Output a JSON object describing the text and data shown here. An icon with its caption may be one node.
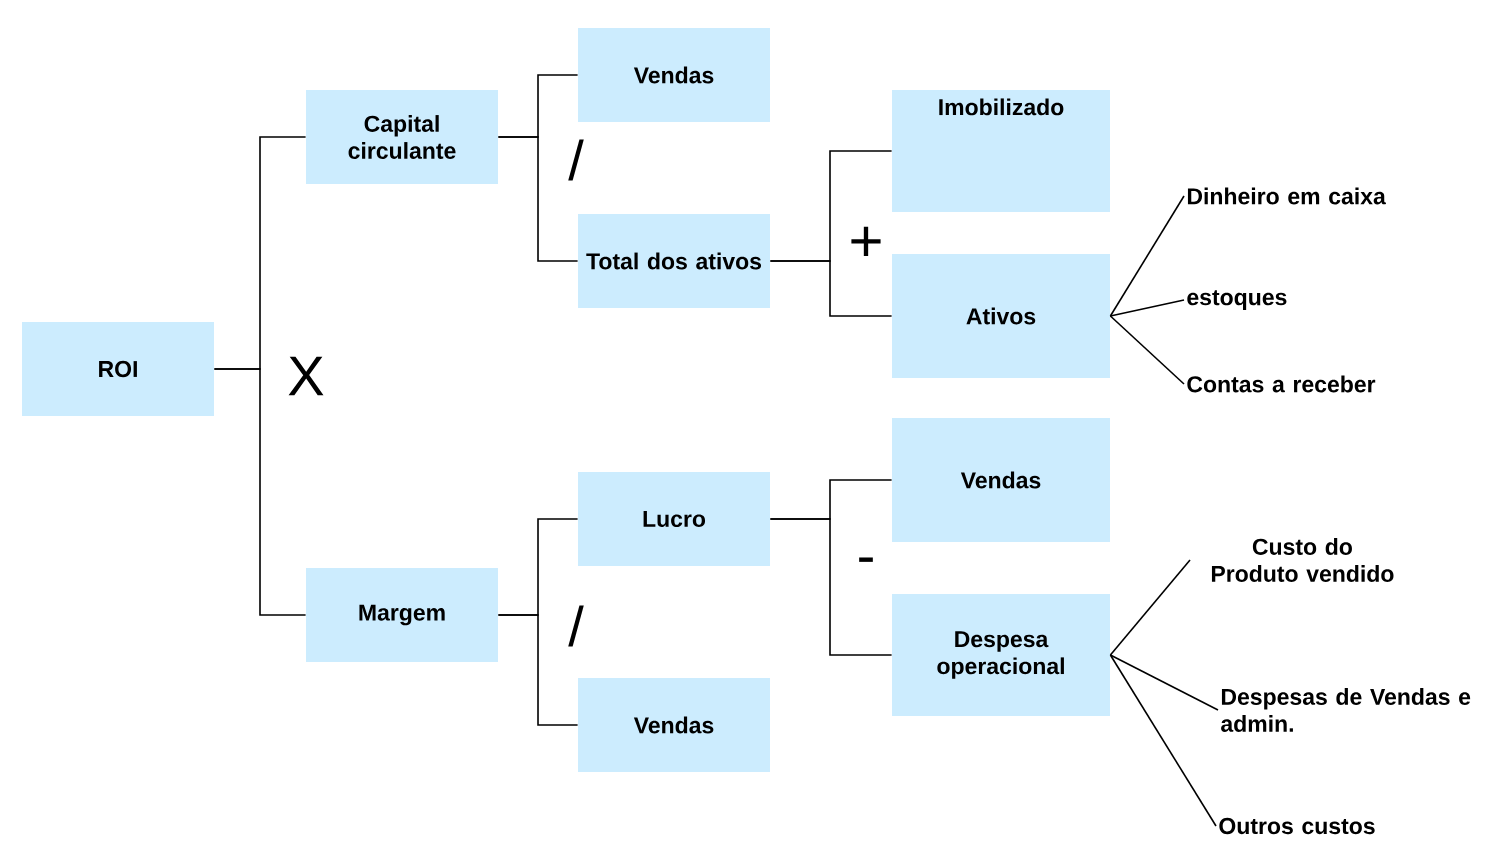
{
  "diagram": {
    "nodes": [
      {
        "text": [
          "ROI"
        ]
      },
      {
        "text": [
          "Capital circulante"
        ]
      },
      {
        "text": [
          "Vendas"
        ]
      },
      {
        "text": [
          "Total dos ativos"
        ]
      },
      {
        "text": [
          "Imobilizado"
        ]
      },
      {
        "text": [
          "Ativos"
        ]
      },
      {
        "text": [
          "Dinheiro em caixa"
        ]
      },
      {
        "text": [
          "estoques"
        ]
      },
      {
        "text": [
          "Contas a receber"
        ]
      },
      {
        "text": [
          "Margem"
        ]
      },
      {
        "text": [
          "Lucro"
        ]
      },
      {
        "text": [
          "Vendas"
        ]
      },
      {
        "text": [
          "Vendas"
        ]
      },
      {
        "text": [
          "Despesa operacional"
        ]
      },
      {
        "text": [
          "Custo do Produto vendido"
        ]
      },
      {
        "text": [
          "Despesas de Vendas e admin."
        ]
      },
      {
        "text": [
          "Outros custos"
        ]
      }
    ],
    "edges": [
      {
        "from": 0,
        "to": 1,
        "arrow": "none"
      },
      {
        "from": 0,
        "to": 9,
        "arrow": "none"
      },
      {
        "from": 1,
        "to": 2,
        "arrow": "none"
      },
      {
        "from": 1,
        "to": 3,
        "arrow": "none"
      },
      {
        "from": 3,
        "to": 4,
        "arrow": "none"
      },
      {
        "from": 3,
        "to": 5,
        "arrow": "none"
      },
      {
        "from": 5,
        "to": 6,
        "arrow": "none"
      },
      {
        "from": 5,
        "to": 7,
        "arrow": "none"
      },
      {
        "from": 5,
        "to": 8,
        "arrow": "none"
      },
      {
        "from": 9,
        "to": 10,
        "arrow": "none"
      },
      {
        "from": 9,
        "to": 11,
        "arrow": "none"
      },
      {
        "from": 10,
        "to": 12,
        "arrow": "none"
      },
      {
        "from": 10,
        "to": 13,
        "arrow": "none"
      },
      {
        "from": 13,
        "to": 14,
        "arrow": "none"
      },
      {
        "from": 13,
        "to": 15,
        "arrow": "none"
      },
      {
        "from": 13,
        "to": 16,
        "arrow": "none"
      }
    ],
    "labels": [
      "X",
      "/",
      "+",
      "/",
      "-"
    ]
  }
}
